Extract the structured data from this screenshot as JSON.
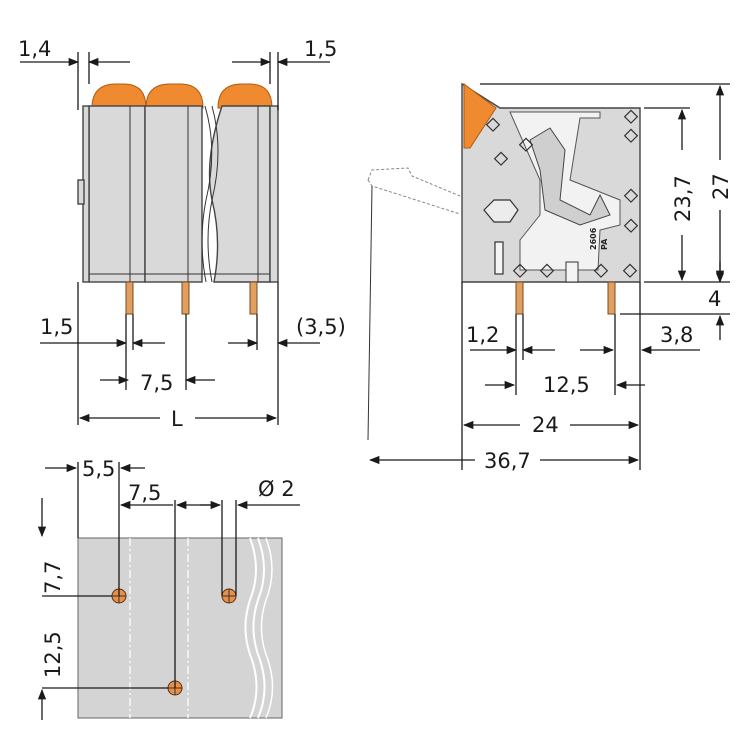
{
  "drawing": {
    "front_view": {
      "dims": {
        "left_offset_top": "1,4",
        "right_offset_top": "1,5",
        "left_pin_offset": "1,5",
        "right_pin_offset": "(3,5)",
        "pitch": "7,5",
        "length": "L"
      }
    },
    "side_view": {
      "dims": {
        "body_height": "23,7",
        "total_height": "27",
        "pin_length": "4",
        "pin_dia": "1,2",
        "right_pin_offset": "3,8",
        "pin_spacing": "12,5",
        "body_depth": "24",
        "total_depth": "36,7"
      },
      "marking": {
        "line1": "2606",
        "line2": "PA"
      }
    },
    "pcb_layout": {
      "dims": {
        "edge_offset": "5,5",
        "pitch": "7,5",
        "hole_dia": "Ø 2",
        "row_offset": "7,7",
        "row_spacing": "12,5"
      }
    }
  }
}
